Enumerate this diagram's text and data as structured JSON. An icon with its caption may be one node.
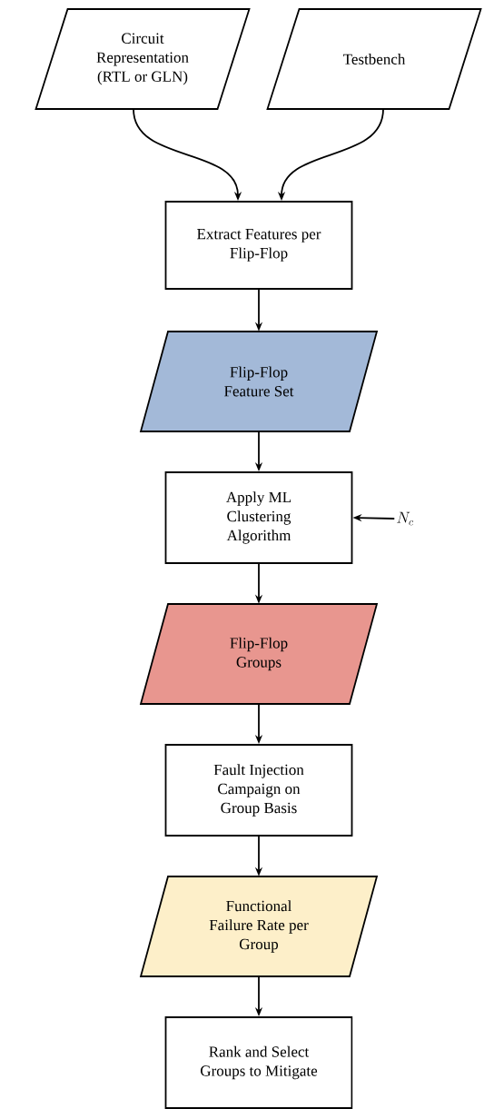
{
  "diagram": {
    "nodes": [
      {
        "text": [
          "Circuit Representation (RTL or GLN)"
        ]
      },
      {
        "text": [
          "Testbench"
        ]
      },
      {
        "text": [
          "Extract Features per Flip-Flop"
        ]
      },
      {
        "text": [
          "Flip-Flop Feature Set"
        ]
      },
      {
        "text": [
          "Apply ML Clustering Algorithm"
        ]
      },
      {
        "text": [
          "N_c"
        ]
      },
      {
        "text": [
          "Flip-Flop Groups"
        ]
      },
      {
        "text": [
          "Fault Injection Campaign on Group Basis"
        ]
      },
      {
        "text": [
          "Functional Failure Rate per Group"
        ]
      },
      {
        "text": [
          "Rank and Select Groups to Mitigate"
        ]
      }
    ],
    "edges": [
      {
        "from": 0,
        "to": 2,
        "arrow": "to"
      },
      {
        "from": 1,
        "to": 2,
        "arrow": "to"
      },
      {
        "from": 2,
        "to": 3,
        "arrow": "to"
      },
      {
        "from": 3,
        "to": 4,
        "arrow": "to"
      },
      {
        "from": 5,
        "to": 4,
        "arrow": "to"
      },
      {
        "from": 4,
        "to": 6,
        "arrow": "to"
      },
      {
        "from": 6,
        "to": 7,
        "arrow": "to"
      },
      {
        "from": 7,
        "to": 8,
        "arrow": "to"
      },
      {
        "from": 8,
        "to": 9,
        "arrow": "to"
      }
    ]
  }
}
